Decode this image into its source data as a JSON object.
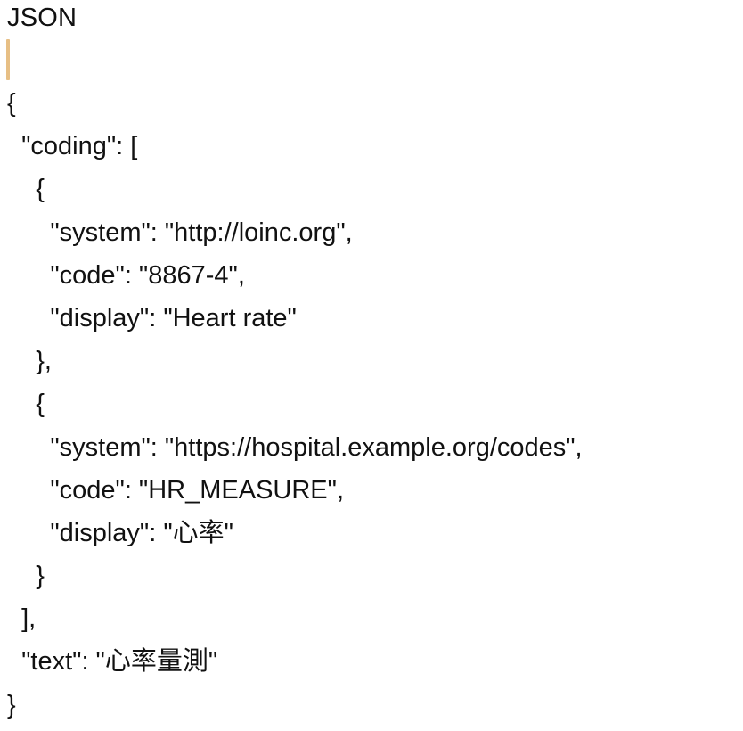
{
  "header": {
    "title": "JSON"
  },
  "code": {
    "lines": [
      "{",
      "  \"coding\": [",
      "    {",
      "      \"system\": \"http://loinc.org\",",
      "      \"code\": \"8867-4\",",
      "      \"display\": \"Heart rate\"",
      "    },",
      "    {",
      "      \"system\": \"https://hospital.example.org/codes\",",
      "      \"code\": \"HR_MEASURE\",",
      "      \"display\": \"心率\"",
      "    }",
      "  ],",
      "  \"text\": \"心率量測\"",
      "}"
    ]
  },
  "colors": {
    "caret": "#e7bf85",
    "text": "#111111",
    "background": "#ffffff"
  }
}
